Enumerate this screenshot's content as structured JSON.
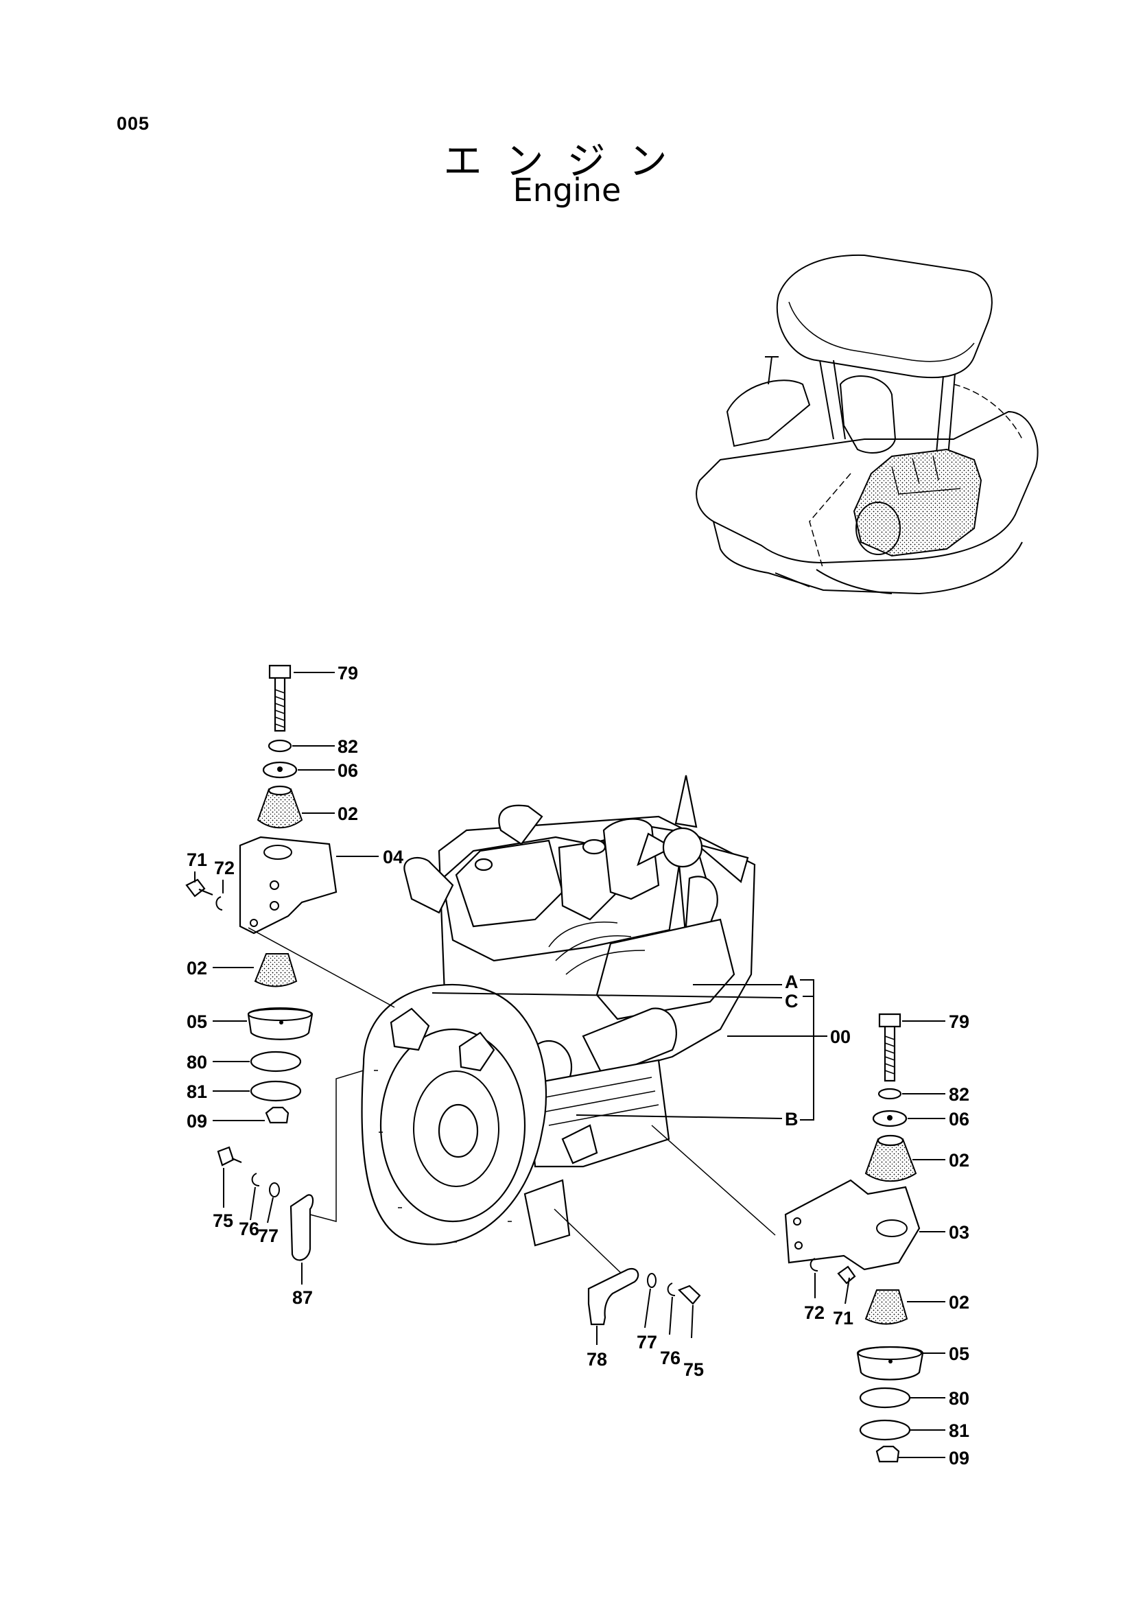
{
  "header": {
    "page_number": "005",
    "title_jp": "エンジン",
    "title_en": "Engine"
  },
  "callouts": {
    "left_79": "79",
    "left_82": "82",
    "left_06": "06",
    "left_02_top": "02",
    "left_71": "71",
    "left_72": "72",
    "left_04": "04",
    "left_02_mid": "02",
    "left_05": "05",
    "left_80": "80",
    "left_81": "81",
    "left_09": "09",
    "left_75": "75",
    "left_76": "76",
    "left_77": "77",
    "left_87": "87",
    "ref_A": "A",
    "ref_C": "C",
    "ref_B": "B",
    "engine_00": "00",
    "bottom_78": "78",
    "bottom_77": "77",
    "bottom_76": "76",
    "bottom_75": "75",
    "right_79": "79",
    "right_82": "82",
    "right_06": "06",
    "right_02_top": "02",
    "right_03": "03",
    "right_72": "72",
    "right_71": "71",
    "right_02_mid": "02",
    "right_05": "05",
    "right_80": "80",
    "right_81": "81",
    "right_09": "09"
  }
}
